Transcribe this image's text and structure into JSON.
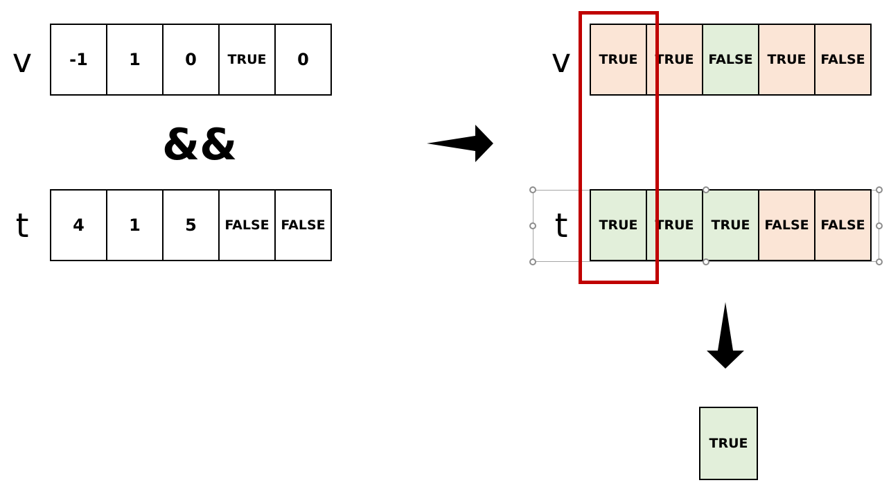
{
  "left": {
    "v": {
      "label": "v",
      "cells": [
        "-1",
        "1",
        "0",
        "TRUE",
        "0"
      ]
    },
    "operator": "&&",
    "t": {
      "label": "t",
      "cells": [
        "4",
        "1",
        "5",
        "FALSE",
        "FALSE"
      ]
    }
  },
  "right": {
    "v": {
      "label": "v",
      "cells": [
        "TRUE",
        "TRUE",
        "FALSE",
        "TRUE",
        "FALSE"
      ],
      "fills": [
        "pink",
        "pink",
        "green",
        "pink",
        "pink"
      ]
    },
    "t": {
      "label": "t",
      "cells": [
        "TRUE",
        "TRUE",
        "TRUE",
        "FALSE",
        "FALSE"
      ],
      "fills": [
        "green",
        "green",
        "green",
        "pink",
        "pink"
      ]
    },
    "result": "TRUE"
  },
  "colors": {
    "true_fill": "#fbe5d6",
    "false_fill": "#e2efda",
    "highlight_border": "#c00000",
    "selection_handle": "#8c8c8c"
  },
  "icons": [
    "right-arrow-icon",
    "down-arrow-icon"
  ]
}
